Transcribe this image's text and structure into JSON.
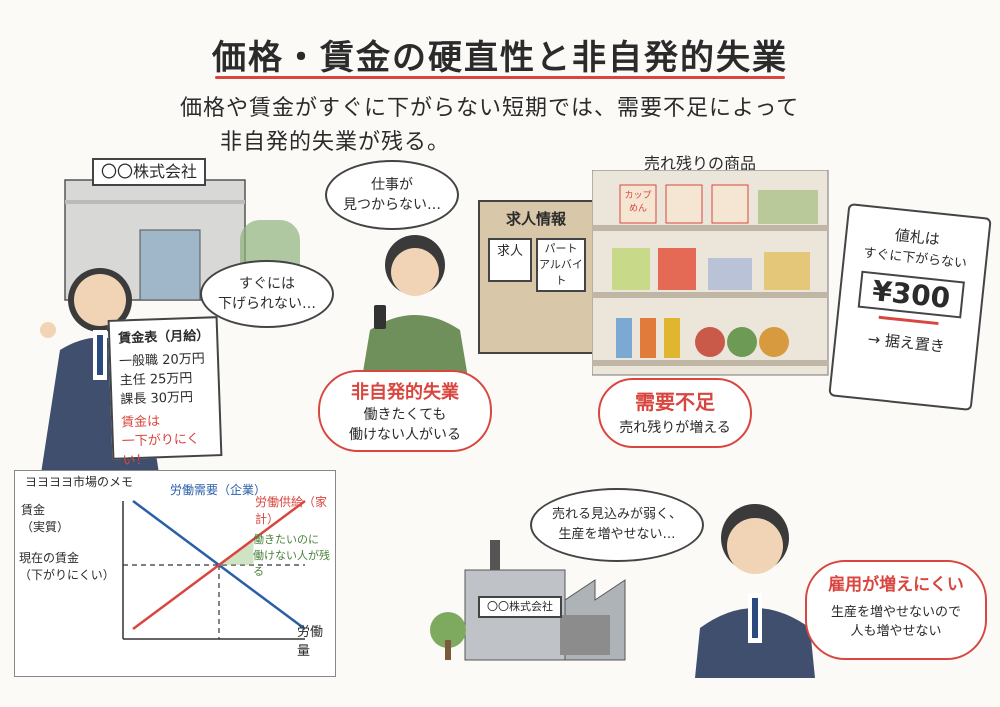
{
  "title": "価格・賃金の硬直性と非自発的失業",
  "subtitle": {
    "line1": "価格や賃金がすぐに下がらない短期では、需要不足によって",
    "line2": "非自発的失業が残る。"
  },
  "office": {
    "sign": "〇〇株式会社",
    "speech": {
      "line1": "すぐには",
      "line2": "下げられない…"
    },
    "wage_table": {
      "title": "賃金表（月給）",
      "rows": [
        {
          "role": "一般職",
          "amount": "20万円"
        },
        {
          "role": "主任",
          "amount": "25万円"
        },
        {
          "role": "課長",
          "amount": "30万円"
        }
      ],
      "note_line1": "賃金は",
      "note_line2": "一下がりにくい！"
    }
  },
  "jobseeker": {
    "thought": {
      "line1": "仕事が",
      "line2": "見つからない…"
    },
    "caption_title": "非自発的失業",
    "caption_line1": "働きたくても",
    "caption_line2": "働けない人がいる"
  },
  "job_board": {
    "title": "求人情報",
    "card1": "求人",
    "card2_line1": "パート",
    "card2_line2": "アルバイト"
  },
  "shop": {
    "shelf_label": "売れ残りの商品",
    "cup_label_line1": "カップ",
    "cup_label_line2": "めん",
    "caption_title": "需要不足",
    "caption_line1": "売れ残りが増える"
  },
  "price_tag": {
    "line1": "値札は",
    "line2": "すぐに下がらない",
    "price": "¥300",
    "note": "→ 据え置き"
  },
  "chart_data": {
    "type": "line",
    "memo_header": "ヨヨヨヨ市場のメモ",
    "ylabel_line1": "賃金",
    "ylabel_line2": "（実質）",
    "xlabel": "労働量",
    "current_wage_label_line1": "現在の賃金",
    "current_wage_label_line2": "（下がりにくい）",
    "gap_note_line1": "働きたいのに",
    "gap_note_line2": "働けない人が残る",
    "series": [
      {
        "name": "労働需要（企業）",
        "color": "#2a5fa8",
        "x": [
          0,
          10
        ],
        "y": [
          10,
          0
        ]
      },
      {
        "name": "労働供給（家計）",
        "color": "#d9463f",
        "x": [
          0,
          10
        ],
        "y": [
          0,
          10
        ]
      }
    ],
    "current_wage": 5,
    "xlim": [
      0,
      10
    ],
    "ylim": [
      0,
      10
    ]
  },
  "factory": {
    "sign": "〇〇株式会社",
    "thought": {
      "line1": "売れる見込みが弱く、",
      "line2": "生産を増やせない…"
    }
  },
  "employer": {
    "caption_title": "雇用が増えにくい",
    "caption_line1": "生産を増やせないので",
    "caption_line2": "人も増やせない"
  },
  "colors": {
    "accent": "#d9463f",
    "demand": "#2a5fa8",
    "supply": "#d9463f"
  }
}
